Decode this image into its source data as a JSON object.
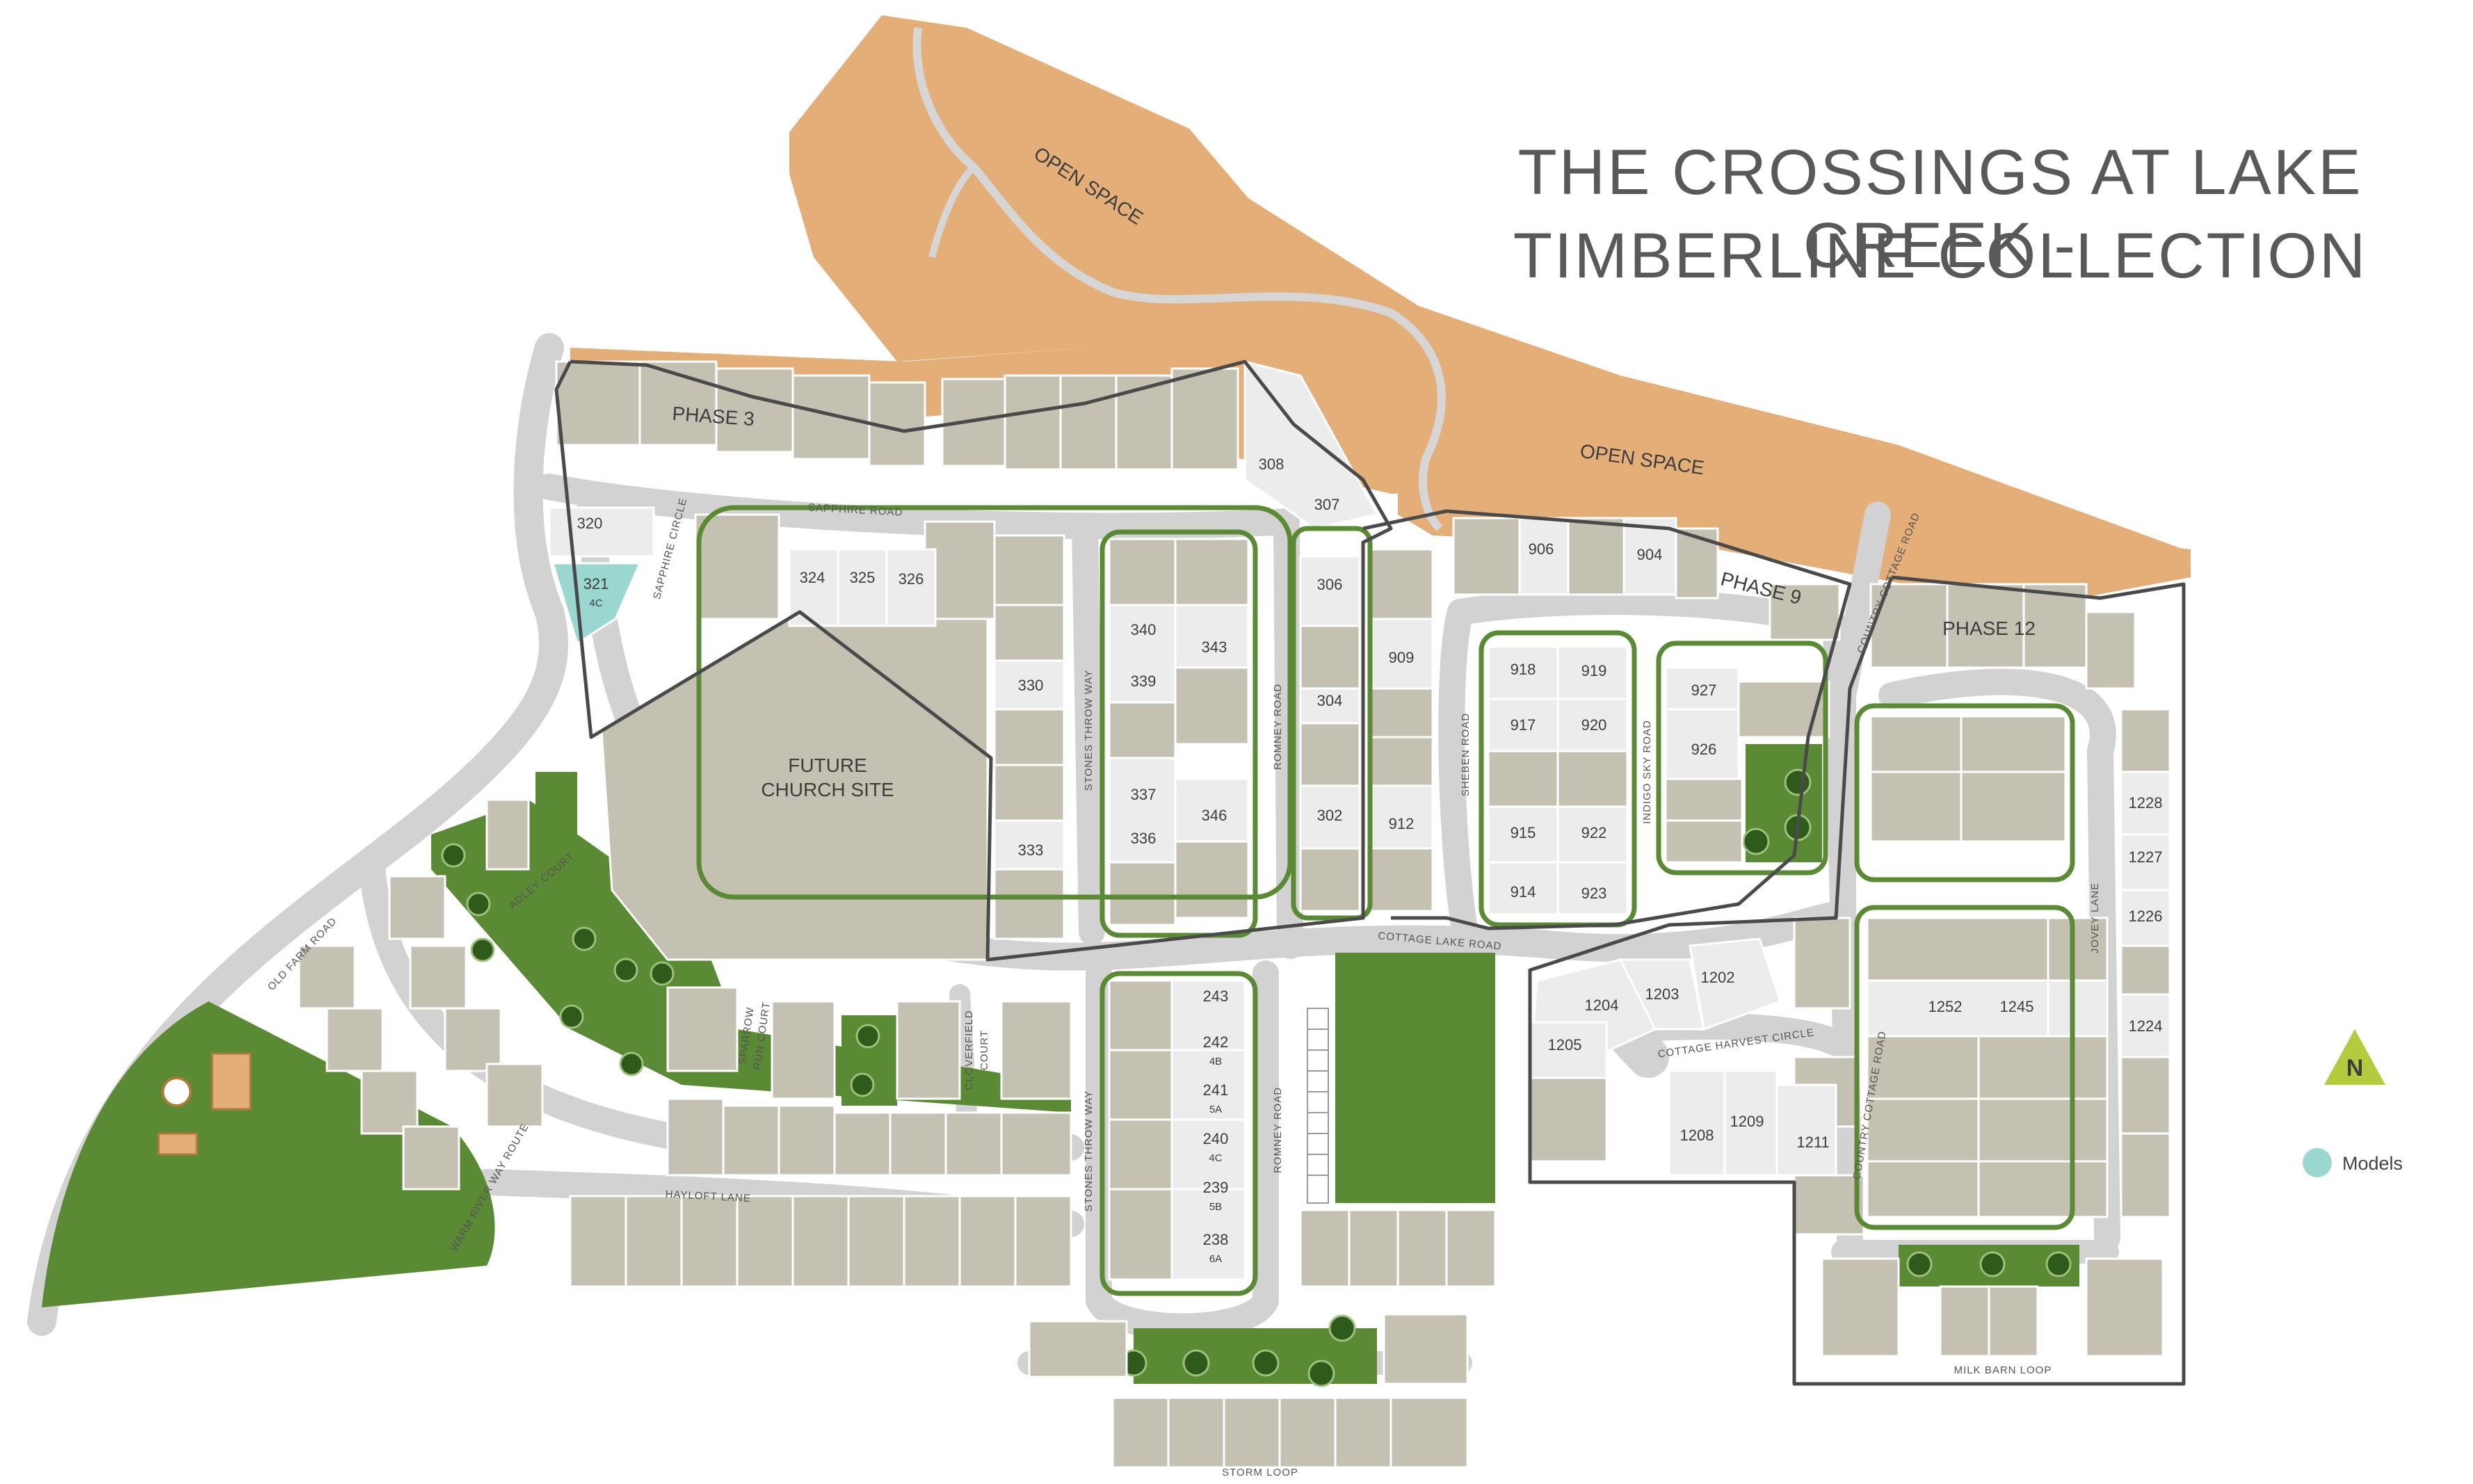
{
  "title": {
    "line1": "THE CROSSINGS AT LAKE CREEK -",
    "line2": "TIMBERLINE COLLECTION"
  },
  "colors": {
    "open_space": "#e3ae78",
    "lot": "#c4c0b2",
    "available_lot": "#ececec",
    "model_lot": "#9ad7cf",
    "green": "#5a8a33",
    "road_edge": "#d4d4d4",
    "phase_border": "#4a4a4a",
    "north_arrow": "#b2cc3d"
  },
  "areas": {
    "open_space_1": "OPEN SPACE",
    "open_space_2": "OPEN SPACE",
    "phase_3": "PHASE 3",
    "phase_9": "PHASE 9",
    "phase_12": "PHASE 12",
    "church_line1": "FUTURE",
    "church_line2": "CHURCH SITE"
  },
  "streets": {
    "sapphire_road": "SAPPHIRE ROAD",
    "sapphire_circle": "SAPPHIRE CIRCLE",
    "stones_throw_way_1": "STONES THROW WAY",
    "stones_throw_way_2": "STONES THROW WAY",
    "romney_road_1": "ROMNEY ROAD",
    "romney_road_2": "ROMNEY ROAD",
    "sheben_road": "SHEBEN ROAD",
    "indigo_sky_road": "INDIGO SKY ROAD",
    "country_cottage_road_1": "COUNTRY COTTAGE ROAD",
    "country_cottage_road_2": "COUNTRY COTTAGE ROAD",
    "cottage_lake_road": "COTTAGE LAKE ROAD",
    "cottage_harvest_circle": "COTTAGE HARVEST CIRCLE",
    "jovey_lane": "JOVEY LANE",
    "old_farm_road": "OLD FARM ROAD",
    "adley_court": "ADLEY COURT",
    "sparrow_run_court_1": "SPARROW",
    "sparrow_run_court_2": "RUN COURT",
    "cloverfield_court_1": "CLOVERFIELD",
    "cloverfield_court_2": "COURT",
    "hayloft_lane": "HAYLOFT LANE",
    "wapiti_way": "WARM RIVER WAY ROUTE",
    "milk_barn_loop": "MILK BARN LOOP",
    "storm_loop": "STORM LOOP"
  },
  "lots": {
    "l320": "320",
    "l321": "321",
    "l321_tag": "4C",
    "l324": "324",
    "l325": "325",
    "l326": "326",
    "l330": "330",
    "l333": "333",
    "l340": "340",
    "l343": "343",
    "l339": "339",
    "l337": "337",
    "l336": "336",
    "l346": "346",
    "l308": "308",
    "l307": "307",
    "l306": "306",
    "l304": "304",
    "l302": "302",
    "l909": "909",
    "l912": "912",
    "l906": "906",
    "l904": "904",
    "l918": "918",
    "l919": "919",
    "l917": "917",
    "l920": "920",
    "l915": "915",
    "l922": "922",
    "l914": "914",
    "l923": "923",
    "l927": "927",
    "l926": "926",
    "l1228": "1228",
    "l1227": "1227",
    "l1226": "1226",
    "l1224": "1224",
    "l1252": "1252",
    "l1245": "1245",
    "l1202": "1202",
    "l1203": "1203",
    "l1204": "1204",
    "l1205": "1205",
    "l1208": "1208",
    "l1209": "1209",
    "l1211": "1211",
    "l243": "243",
    "l242": "242",
    "l242_tag": "4B",
    "l241": "241",
    "l241_tag": "5A",
    "l240": "240",
    "l240_tag": "4C",
    "l239": "239",
    "l239_tag": "5B",
    "l238": "238",
    "l238_tag": "6A"
  },
  "north_label": "N",
  "legend": {
    "models_label": "Models"
  }
}
